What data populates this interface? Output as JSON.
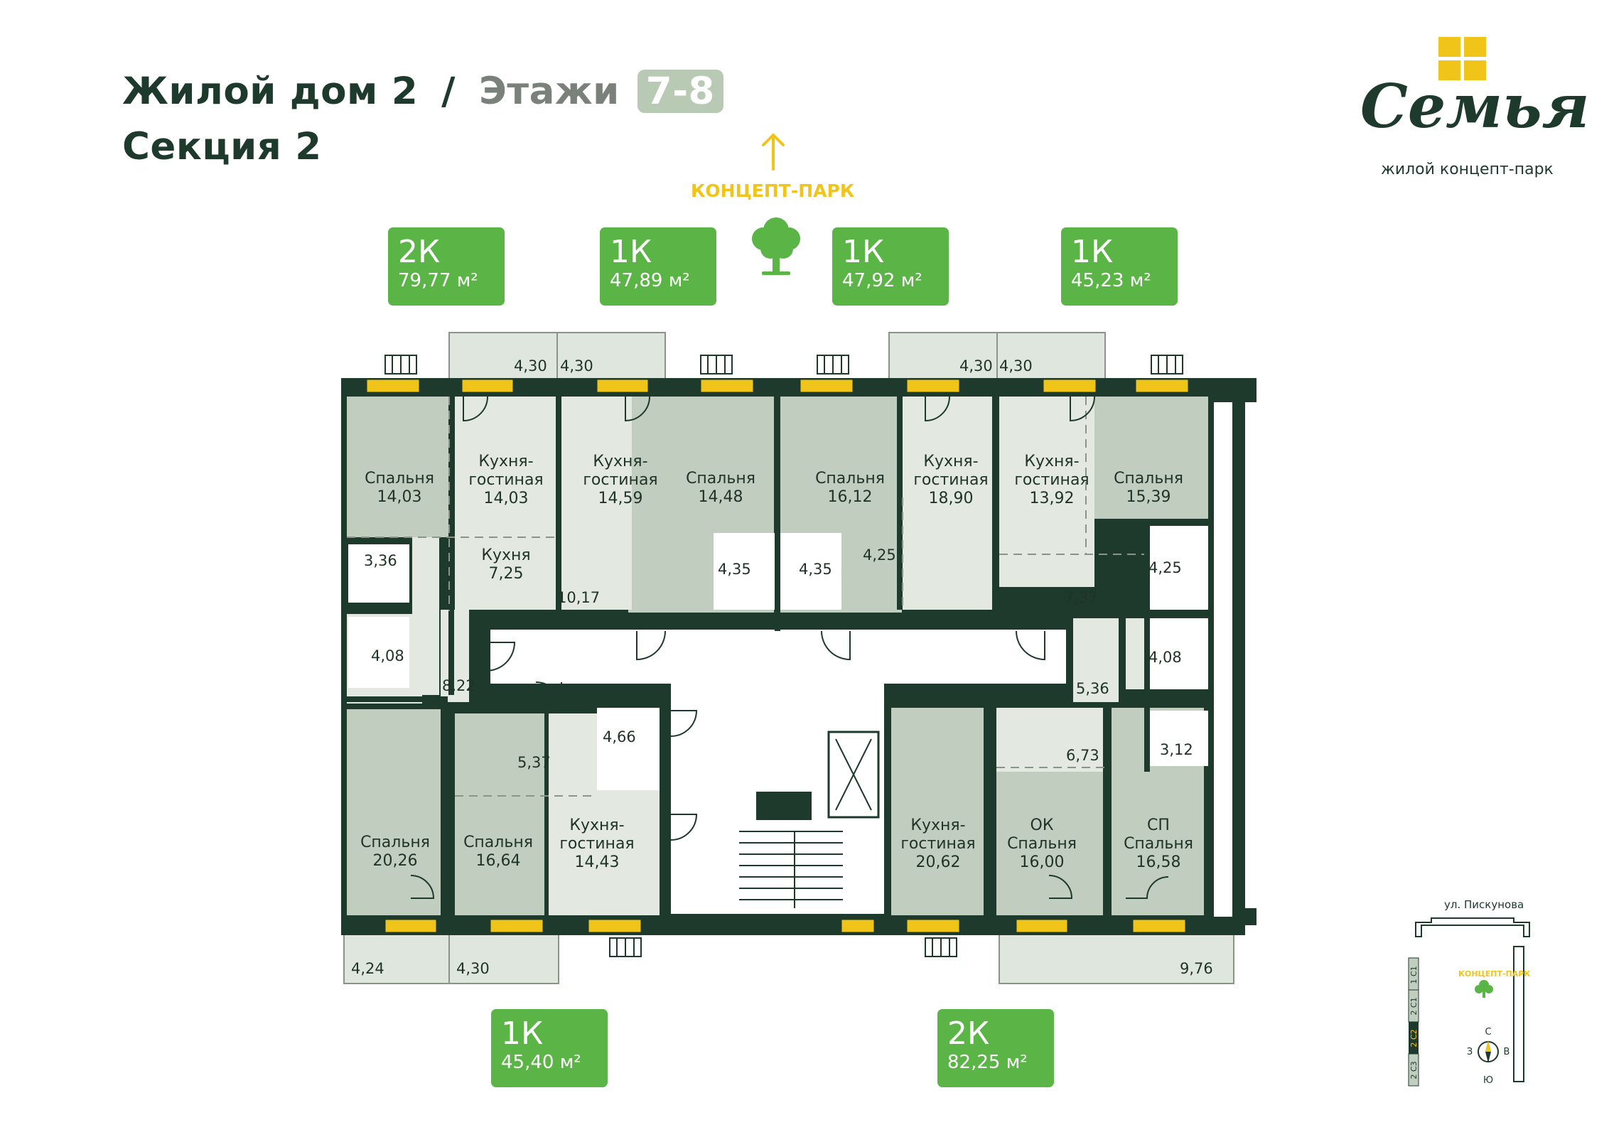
{
  "header": {
    "building": "Жилой дом 2",
    "separator": "/",
    "floors_label": "Этажи",
    "floors_value": "7-8",
    "section": "Секция 2"
  },
  "logo": {
    "word": "Семья",
    "subtitle": "жилой концепт-парк"
  },
  "park": {
    "label": "КОНЦЕПТ-ПАРК"
  },
  "apartments": [
    {
      "type": "2К",
      "area": "79,77 м²"
    },
    {
      "type": "1К",
      "area": "47,89 м²"
    },
    {
      "type": "1К",
      "area": "47,92 м²"
    },
    {
      "type": "1К",
      "area": "45,23 м²"
    },
    {
      "type": "1К",
      "area": "45,40 м²"
    },
    {
      "type": "2К",
      "area": "82,25 м²"
    }
  ],
  "rooms": {
    "r1": {
      "name": "Спальня",
      "area": "14,03"
    },
    "r2": {
      "name1": "Кухня-",
      "name2": "гостиная",
      "area": "14,03"
    },
    "r3": {
      "name": "Кухня",
      "area": "7,25"
    },
    "r4": {
      "name1": "Кухня-",
      "name2": "гостиная",
      "area": "14,59"
    },
    "r5": {
      "name": "Спальня",
      "area": "14,48"
    },
    "r6": {
      "name": "Спальня",
      "area": "16,12"
    },
    "r7": {
      "name1": "Кухня-",
      "name2": "гостиная",
      "area": "18,90"
    },
    "r8": {
      "name1": "Кухня-",
      "name2": "гостиная",
      "area": "13,92"
    },
    "r9": {
      "name": "Спальня",
      "area": "15,39"
    },
    "r10": {
      "name": "Спальня",
      "area": "20,26"
    },
    "r11": {
      "name": "Спальня",
      "area": "16,64"
    },
    "r12": {
      "name1": "Кухня-",
      "name2": "гостиная",
      "area": "14,43"
    },
    "r13": {
      "name1": "Кухня-",
      "name2": "гостиная",
      "area": "20,62"
    },
    "r14": {
      "name1": "ОК",
      "name2": "Спальня",
      "area": "16,00"
    },
    "r15": {
      "name1": "СП",
      "name2": "Спальня",
      "area": "16,58"
    }
  },
  "small_areas": {
    "balc_tl1": "4,30",
    "balc_tl2": "4,30",
    "balc_tr1": "4,30",
    "balc_tr2": "4,30",
    "bath_a": "3,36",
    "bath_b": "4,08",
    "hall_a": "8,22",
    "hall_b": "10,17",
    "bath_c": "4,35",
    "bath_d": "4,35",
    "hall_c": "4,25",
    "hall_d": "4,25",
    "hall_e": "7,37",
    "bath_e": "4,08",
    "hall_f": "5,36",
    "bath_f": "3,12",
    "hall_g": "6,73",
    "bath_g": "4,66",
    "hall_h": "5,37",
    "balc_bl1": "4,24",
    "balc_bl2": "4,30",
    "balc_br": "9,76"
  },
  "keyplan": {
    "street": "ул. Пискунова",
    "park": "КОНЦЕПТ-ПАРК",
    "sections": [
      "1 С1",
      "2 С1",
      "2 С2",
      "2 С3"
    ],
    "compass": {
      "n": "С",
      "s": "Ю",
      "w": "З",
      "e": "В"
    }
  },
  "colors": {
    "green_badge": "#5bb446",
    "dark_green": "#1d3a2c",
    "room_fill": "#c1cdbf",
    "window_yellow": "#f0c419"
  }
}
